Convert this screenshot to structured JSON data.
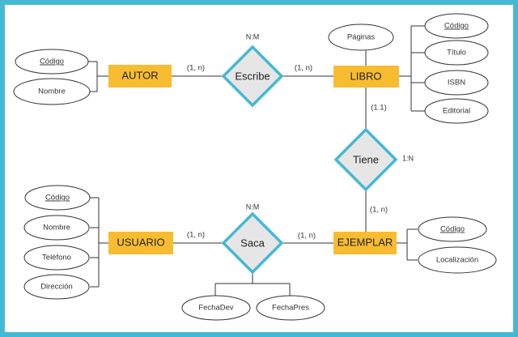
{
  "entities": {
    "autor": "AUTOR",
    "libro": "LIBRO",
    "usuario": "USUARIO",
    "ejemplar": "EJEMPLAR"
  },
  "relationships": {
    "escribe": {
      "label": "Escribe",
      "type": "N:M",
      "left_card": "(1, n)",
      "right_card": "(1, n)"
    },
    "tiene": {
      "label": "Tiene",
      "type": "1:N",
      "top_card": "(1.1)",
      "bottom_card": "(1, n)"
    },
    "saca": {
      "label": "Saca",
      "type": "N:M",
      "left_card": "(1, n)",
      "right_card": "(1, n)"
    }
  },
  "attributes": {
    "autor": [
      "Código",
      "Nombre"
    ],
    "libro_top": "Páginas",
    "libro": [
      "Código",
      "Título",
      "ISBN",
      "Editorial"
    ],
    "usuario": [
      "Código",
      "Nombre",
      "Teléfono",
      "Dirección"
    ],
    "ejemplar": [
      "Código",
      "Localización"
    ],
    "saca": [
      "FechaDev",
      "FechaPres"
    ]
  },
  "colors": {
    "entity_fill": "#f8bc30",
    "relationship_stroke": "#45b9d3",
    "relationship_fill": "#e6e6e6",
    "frame": "#45b9d3"
  }
}
